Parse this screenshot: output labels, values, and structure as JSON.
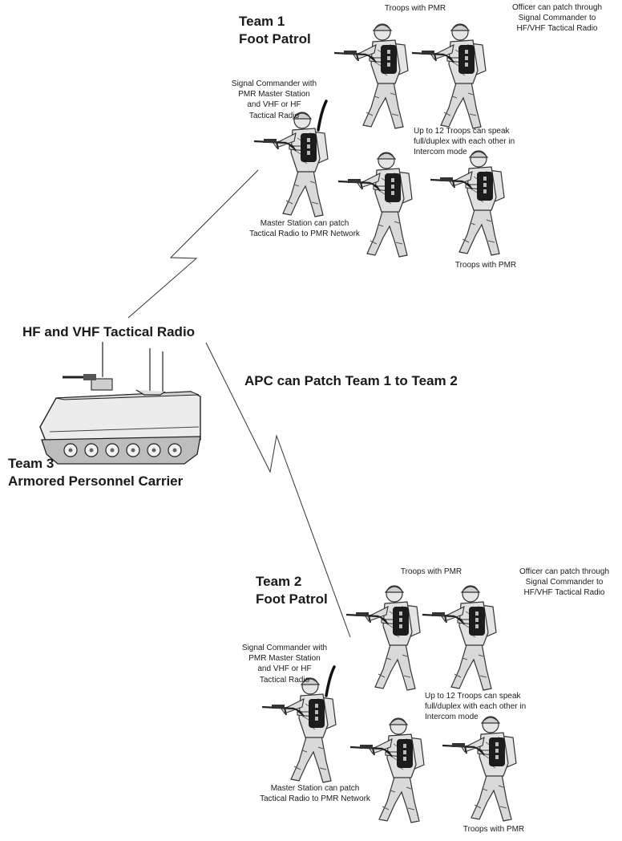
{
  "labels": {
    "team1_title": "Team 1\nFoot Patrol",
    "team2_title": "Team 2\nFoot Patrol",
    "team3_title": "Team 3\nArmored Personnel Carrier",
    "radio_label": "HF and VHF Tactical Radio",
    "apc_patch": "APC can Patch Team 1 to Team 2"
  },
  "team1": {
    "troops_top": "Troops with PMR",
    "officer": "Officer can patch through\nSignal Commander to\nHF/VHF Tactical Radio",
    "signal_commander": "Signal Commander with\nPMR Master Station\nand VHF or HF\nTactical Radio",
    "intercom": "Up to 12 Troops can speak\nfull/duplex with each other in\nIntercom mode",
    "master_station": "Master Station can patch\nTactical Radio to PMR Network",
    "troops_bottom": "Troops with PMR"
  },
  "team2": {
    "troops_top": "Troops with PMR",
    "officer": "Officer can patch through\nSignal Commander to\nHF/VHF Tactical Radio",
    "signal_commander": "Signal Commander with\nPMR Master Station\nand VHF or HF\nTactical Radio",
    "intercom": "Up to 12 Troops can speak\nfull/duplex with each other in\nIntercom mode",
    "master_station": "Master Station can patch\nTactical Radio to PMR Network",
    "troops_bottom": "Troops with PMR"
  }
}
